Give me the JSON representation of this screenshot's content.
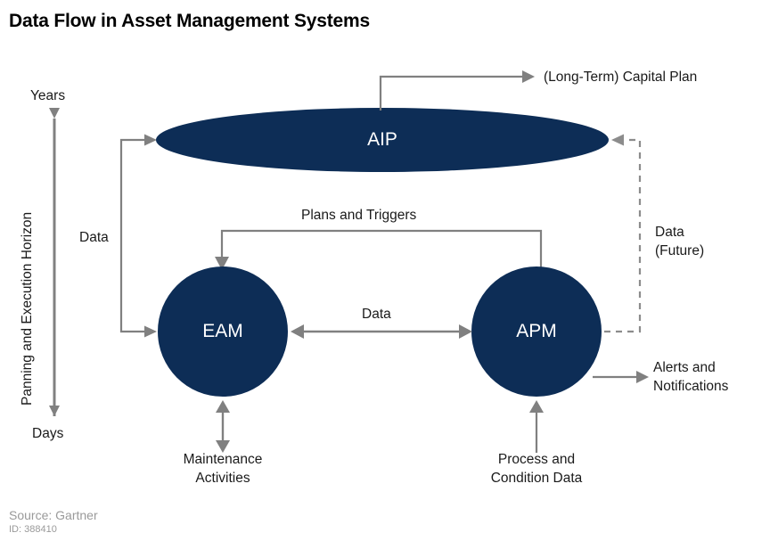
{
  "title": "Data Flow in Asset Management Systems",
  "colors": {
    "node_navy": "#0d2d56",
    "node_text": "#ffffff",
    "arrow_gray": "#808080",
    "dashed_gray": "#8c8c8c",
    "label_black": "#1a1a1a",
    "source_gray": "#9a9a9a",
    "background": "#ffffff"
  },
  "axis": {
    "top_label": "Years",
    "bottom_label": "Days",
    "vertical_label": "Panning and Execution Horizon"
  },
  "nodes": [
    {
      "id": "aip",
      "label": "AIP",
      "shape": "ellipse"
    },
    {
      "id": "eam",
      "label": "EAM",
      "shape": "circle"
    },
    {
      "id": "apm",
      "label": "APM",
      "shape": "circle"
    }
  ],
  "flow_labels": {
    "capital_plan": "(Long-Term) Capital Plan",
    "data_left": "Data",
    "plans_and_triggers": "Plans and Triggers",
    "data_center": "Data",
    "data_future_line1": "Data",
    "data_future_line2": "(Future)",
    "alerts_line1": "Alerts and",
    "alerts_line2": "Notifications",
    "maintenance_line1": "Maintenance",
    "maintenance_line2": "Activities",
    "process_line1": "Process and",
    "process_line2": "Condition Data"
  },
  "source": {
    "name": "Source: Gartner",
    "id": "ID: 388410"
  }
}
